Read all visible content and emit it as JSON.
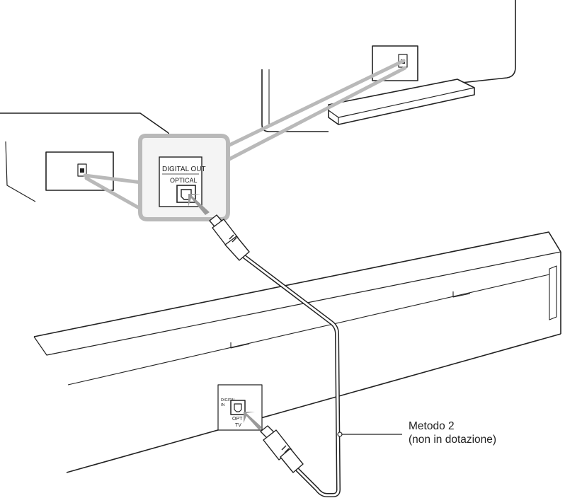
{
  "zoom_panel": {
    "port_title": "DIGITAL OUT",
    "port_sub": "OPTICAL"
  },
  "soundbar_panel": {
    "port_title_line1": "DIGITAL",
    "port_title_line2": "IN",
    "port_sub": "OPT",
    "port_caption": "TV"
  },
  "callout": {
    "method": "Metodo 2",
    "note": "(non in dotazione)"
  },
  "colors": {
    "line": "#222222",
    "highlight": "#b9b9b9",
    "arrow": "#9a9a9a"
  }
}
